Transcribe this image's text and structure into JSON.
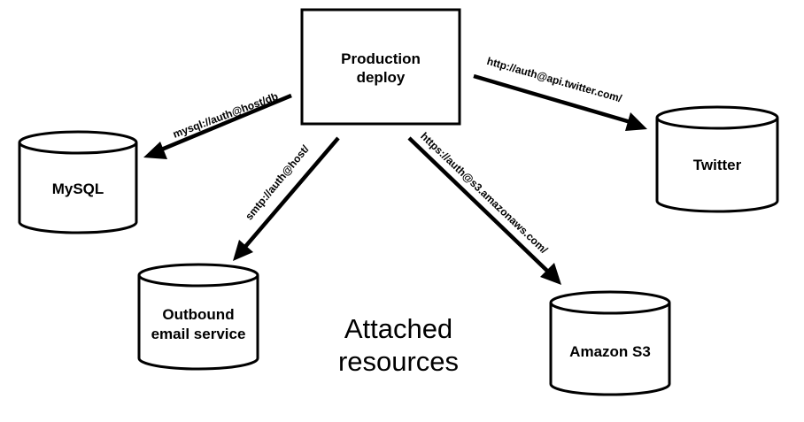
{
  "diagram": {
    "caption": [
      "Attached",
      "resources"
    ],
    "nodes": {
      "production": {
        "label": [
          "Production",
          "deploy"
        ],
        "shape": "rectangle-icon"
      },
      "mysql": {
        "label": [
          "MySQL"
        ],
        "shape": "database-cylinder-icon"
      },
      "twitter": {
        "label": [
          "Twitter"
        ],
        "shape": "database-cylinder-icon"
      },
      "email": {
        "label": [
          "Outbound",
          "email service"
        ],
        "shape": "database-cylinder-icon"
      },
      "s3": {
        "label": [
          "Amazon S3"
        ],
        "shape": "database-cylinder-icon"
      }
    },
    "edges": [
      {
        "from": "production",
        "to": "mysql",
        "label": "mysql://auth@host/db"
      },
      {
        "from": "production",
        "to": "twitter",
        "label": "http://auth@api.twitter.com/"
      },
      {
        "from": "production",
        "to": "email",
        "label": "smtp://auth@host/"
      },
      {
        "from": "production",
        "to": "s3",
        "label": "https://auth@s3.amazonaws.com/"
      }
    ]
  }
}
